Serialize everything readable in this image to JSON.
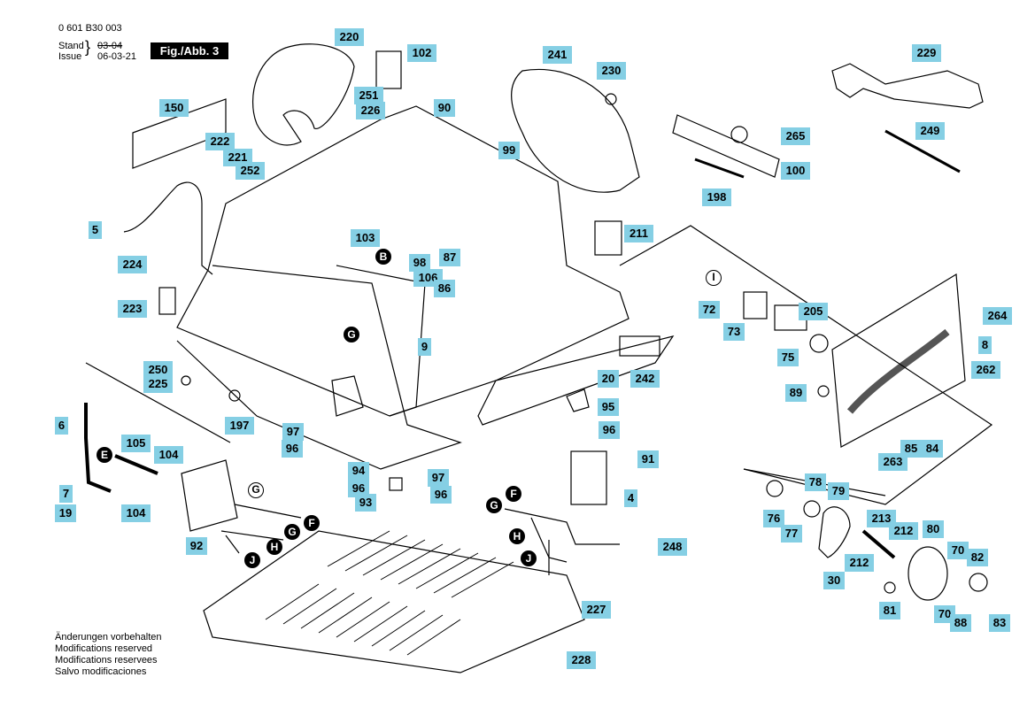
{
  "header": {
    "part_number": "0 601 B30 003",
    "stand_label": "Stand",
    "issue_label": "Issue",
    "old_date": "03-04",
    "issue_date": "06-03-21",
    "figure_label": "Fig./Abb. 3"
  },
  "footer_lines": [
    "Änderungen vorbehalten",
    "Modifications reserved",
    "Modifications reservees",
    "Salvo modificaciones"
  ],
  "labels": [
    "220",
    "102",
    "241",
    "230",
    "229",
    "150",
    "251",
    "226",
    "90",
    "222",
    "221",
    "252",
    "99",
    "265",
    "100",
    "249",
    "198",
    "5",
    "211",
    "103",
    "224",
    "98",
    "87",
    "106",
    "86",
    "223",
    "B",
    "72",
    "205",
    "264",
    "73",
    "8",
    "9",
    "G",
    "75",
    "I",
    "250",
    "225",
    "20",
    "242",
    "262",
    "89",
    "95",
    "6",
    "96",
    "197",
    "97",
    "96",
    "85",
    "84",
    "263",
    "105",
    "104",
    "E",
    "91",
    "G",
    "97",
    "96",
    "4",
    "76",
    "78",
    "79",
    "7",
    "104",
    "19",
    "94",
    "96",
    "93",
    "F",
    "G",
    "213",
    "80",
    "77",
    "212",
    "212",
    "70",
    "82",
    "F",
    "G",
    "H",
    "J",
    "92",
    "H",
    "J",
    "248",
    "30",
    "81",
    "70",
    "88",
    "83",
    "227",
    "228"
  ]
}
